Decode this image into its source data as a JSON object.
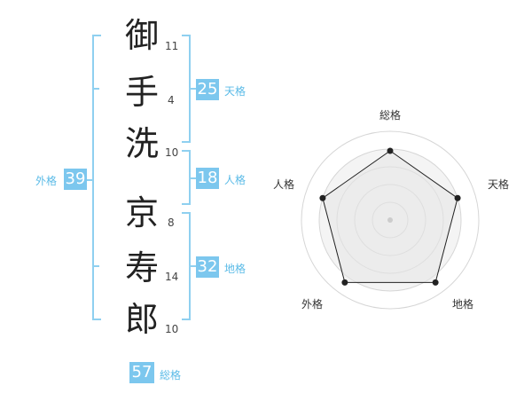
{
  "name": {
    "chars": [
      {
        "char": "御",
        "strokes": "11"
      },
      {
        "char": "手",
        "strokes": "4"
      },
      {
        "char": "洗",
        "strokes": "10"
      },
      {
        "char": "京",
        "strokes": "8"
      },
      {
        "char": "寿",
        "strokes": "14"
      },
      {
        "char": "郎",
        "strokes": "10"
      }
    ]
  },
  "fortunes": {
    "gaikaku": {
      "label": "外格",
      "value": "39"
    },
    "tenkaku": {
      "label": "天格",
      "value": "25"
    },
    "jinkaku": {
      "label": "人格",
      "value": "18"
    },
    "chikaku": {
      "label": "地格",
      "value": "32"
    },
    "soukaku": {
      "label": "総格",
      "value": "57"
    }
  },
  "radar": {
    "axes": [
      "総格",
      "天格",
      "地格",
      "外格",
      "人格"
    ],
    "values": [
      0.78,
      0.8,
      0.87,
      0.87,
      0.8
    ]
  }
}
